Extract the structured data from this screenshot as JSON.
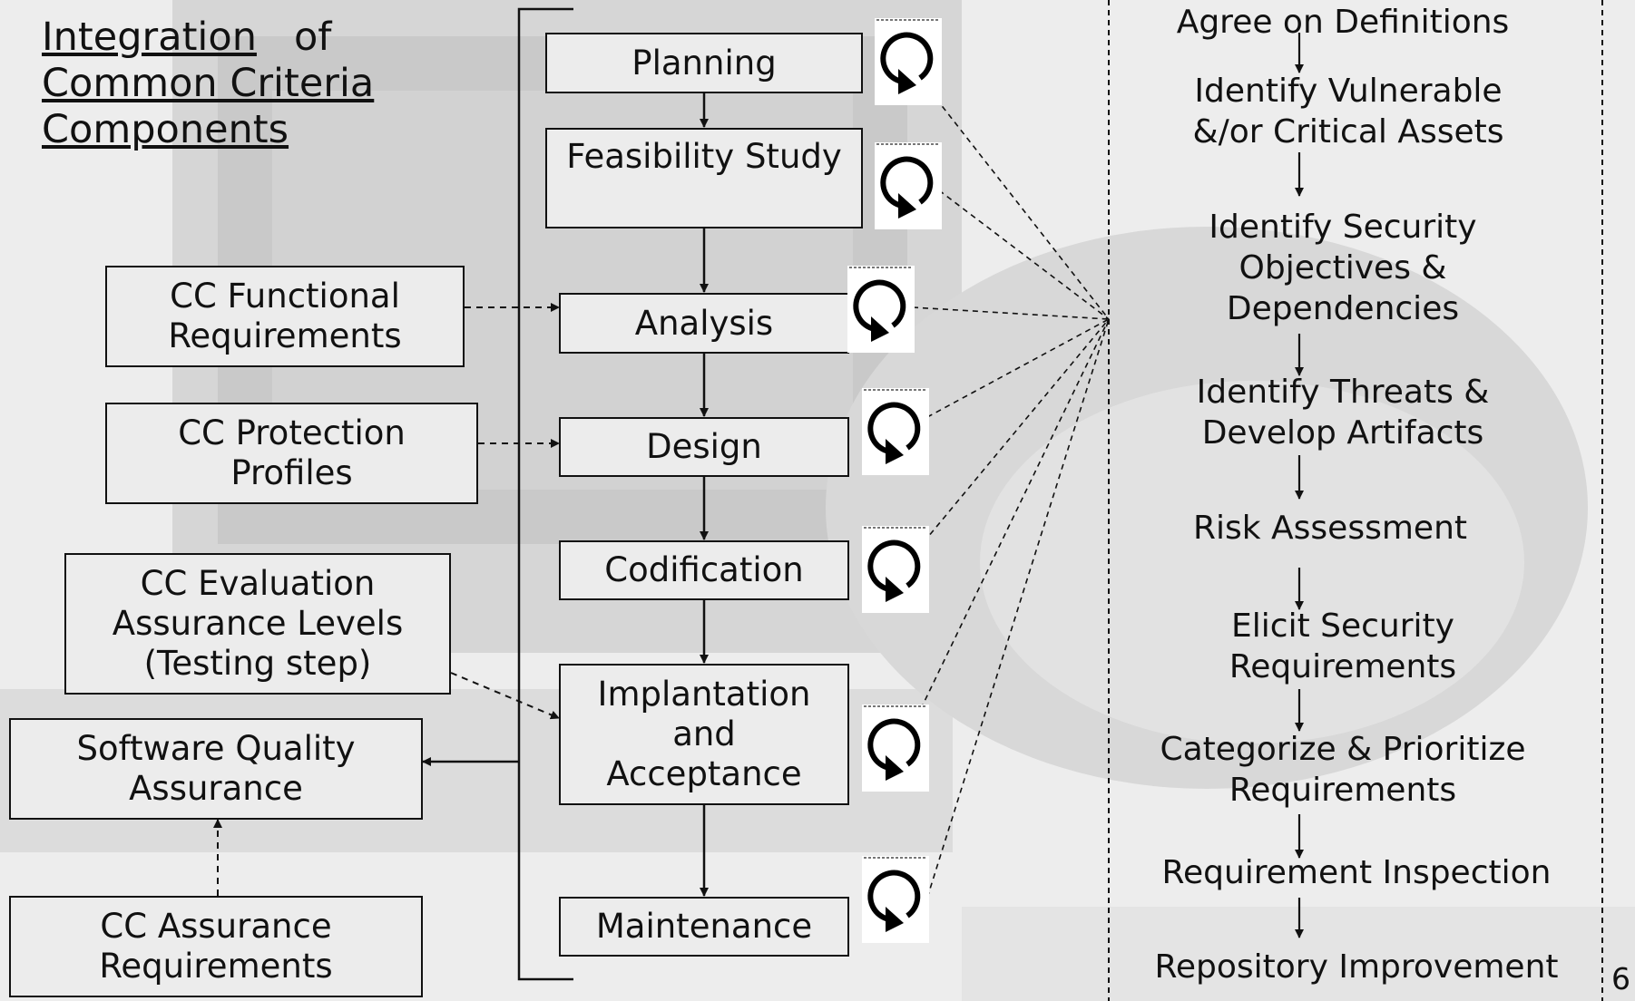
{
  "title": {
    "part1": "Integration",
    "part2": "of",
    "line2": "Common Criteria",
    "line3": "Components"
  },
  "sdlc_phases": {
    "planning": "Planning",
    "feasibility": "Feasibility Study",
    "analysis": "Analysis",
    "design": "Design",
    "codification": "Codification",
    "implantation": "Implantation\nand\nAcceptance",
    "maintenance": "Maintenance"
  },
  "cc_components": {
    "functional": "CC Functional\nRequirements",
    "protection": "CC Protection\nProfiles",
    "evaluation": "CC Evaluation\nAssurance Levels\n(Testing step)",
    "sqa": "Software Quality\nAssurance",
    "assurance": "CC Assurance\nRequirements"
  },
  "security_steps": [
    "Agree on Definitions",
    "Identify Vulnerable\n&/or Critical Assets",
    "Identify Security\nObjectives &\nDependencies",
    "Identify Threats &\nDevelop Artifacts",
    "Risk Assessment",
    "Elicit Security\nRequirements",
    "Categorize & Prioritize\nRequirements",
    "Requirement Inspection",
    "Repository Improvement"
  ],
  "page_number": "6",
  "icons": {
    "loop": "circular-arrow-icon"
  },
  "colors": {
    "ink": "#111111",
    "background": "#ededed"
  }
}
